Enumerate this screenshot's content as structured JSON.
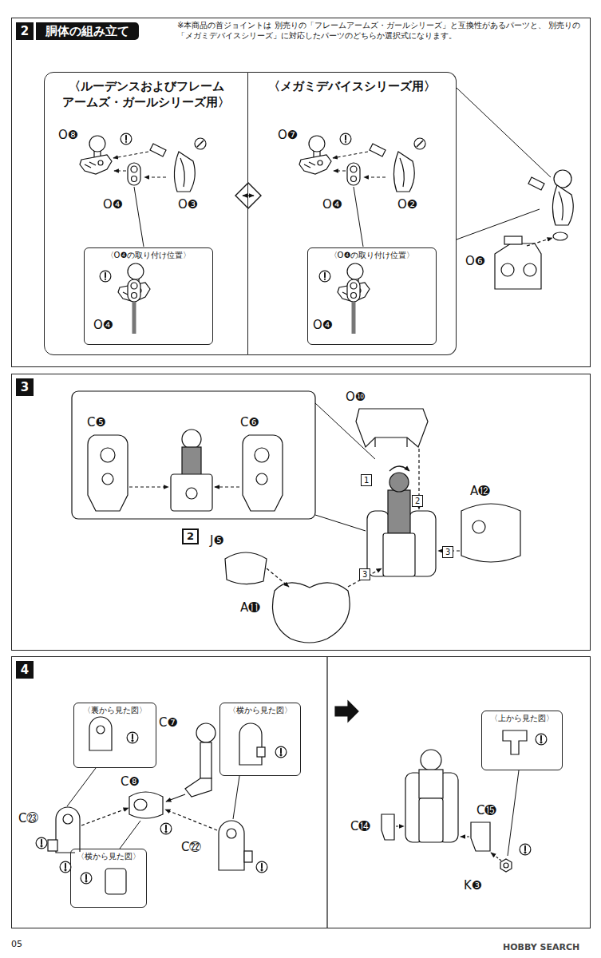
{
  "diagram": {
    "nodes": [
      {
        "text": [
          "2",
          "胴体の組み立て"
        ]
      },
      {
        "text": [
          "〈ルーデンスおよびフレーム アームズ・ガールシリーズ用〉"
        ],
        "in": 0
      },
      {
        "text": [
          "〈O❹の取り付け位置〉"
        ],
        "in": 1
      },
      {
        "text": [
          "〈メガミデバイスシリーズ用〉"
        ],
        "in": 0
      },
      {
        "text": [
          "〈O❹の取り付け位置〉"
        ],
        "in": 3
      },
      {
        "text": [
          "3"
        ]
      },
      {
        "text": [
          "4"
        ]
      },
      {
        "text": [
          "〈裏から見た図〉"
        ],
        "in": 6
      },
      {
        "text": [
          "〈横から見た図〉"
        ],
        "in": 6
      },
      {
        "text": [
          "〈横から見た図〉"
        ],
        "in": 6
      },
      {
        "text": [
          "〈上から見た図〉"
        ],
        "in": 6
      }
    ],
    "labels": [
      "※本商品の首ジョイントは 別売りの「フレームアームズ・ガールシリーズ」と互換性があるパーツと、 別売りの「メガミデバイスシリーズ」に対応したパーツのどちらか選択式になります。",
      "O❽",
      "O❹",
      "O❸",
      "O❹",
      "O❼",
      "O❹",
      "O❷",
      "O❹",
      "O❻",
      "C❺",
      "C❻",
      "2",
      "O❿",
      "1",
      "2",
      "A⓬",
      "J❺",
      "3",
      "A⓫",
      "3",
      "C㉓",
      "C❼",
      "C❽",
      "C㉒",
      "C⓮",
      "C⓯",
      "K❸",
      "05",
      "HOBBY SEARCH"
    ]
  }
}
